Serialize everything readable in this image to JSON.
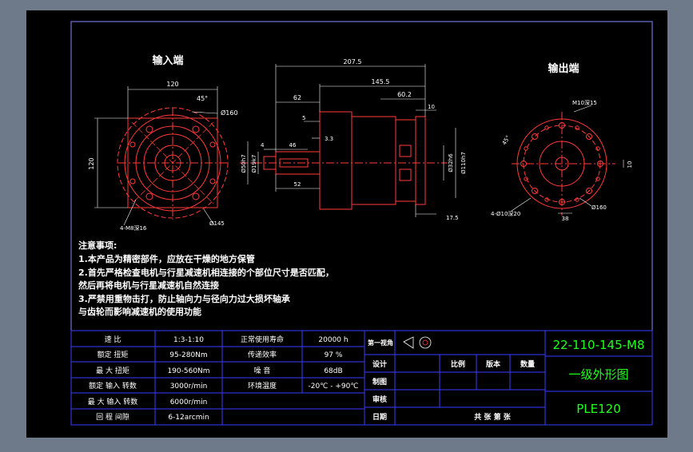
{
  "colors": {
    "background_outer": "#6e7a8a",
    "sheet": "#000000",
    "frame": "#ffffff",
    "title_frame": "#2b2bff",
    "dimension": "#ffffff",
    "geometry": "#ff3b3b",
    "text": "#ffffff",
    "title_text": "#20ff20",
    "center_line": "#ff3b3b"
  },
  "views": {
    "input_label": "输入端",
    "output_label": "输出端"
  },
  "dimensions": {
    "overall_length": "207.5",
    "body_length": "145.5",
    "length_62": "62",
    "length_60_2": "60.2",
    "length_10": "10",
    "length_5": "5",
    "length_3_3": "3.3",
    "length_4": "4",
    "length_46": "46",
    "length_52": "52",
    "length_17_5": "17.5",
    "dia_19k7": "Ø19k7",
    "dia_50h7": "Ø50h7",
    "dia_32h6": "Ø32h6",
    "dia_110h7": "Ø110h7",
    "input_width": "120",
    "input_height": "120",
    "input_angle": "45°",
    "input_dia_160": "Ø160",
    "input_dia_145": "Ø145",
    "input_holes": "4-M8深16",
    "output_holes_top": "M10深15",
    "output_angle": "45°",
    "output_holes_bottom": "4-Ø10深20",
    "output_width_38": "38",
    "output_dia_160": "Ø160",
    "output_side_10": "10"
  },
  "notes": {
    "heading": "注意事项:",
    "line1": "1.本产品为精密部件，应放在干燥的地方保管",
    "line2": "2.首先严格检查电机与行星减速机相连接的个部位尺寸是否匹配，",
    "line3": "然后再将电机与行星减速机自然连接",
    "line4": "3.严禁用重物击打，防止轴向力与径向力过大损坏轴承",
    "line5": "与齿轮而影响减速机的使用功能"
  },
  "specs": {
    "rows": [
      {
        "label1": "速 比",
        "value1": "1:3-1:10",
        "label2": "正常使用寿命",
        "value2": "20000 h"
      },
      {
        "label1": "额定 扭矩",
        "value1": "95-280Nm",
        "label2": "传递效率",
        "value2": "97 %"
      },
      {
        "label1": "最 大 扭矩",
        "value1": "190-560Nm",
        "label2": "噪 音",
        "value2": "68dB"
      },
      {
        "label1": "额定 输入 转数",
        "value1": "3000r/min",
        "label2": "环境温度",
        "value2": "-20℃ - +90℃"
      },
      {
        "label1": "最 大 输入 转数",
        "value1": "6000r/min",
        "label2": "",
        "value2": ""
      },
      {
        "label1": "回 程 间隙",
        "value1": "6-12arcmin",
        "label2": "",
        "value2": ""
      }
    ]
  },
  "title_block": {
    "projection_label": "第一视角",
    "design_label": "设计",
    "drawing_label": "制图",
    "review_label": "审核",
    "date_label": "日期",
    "scale_label": "比例",
    "version_label": "版本",
    "quantity_label": "数量",
    "sheets_label": "共 张 第 张",
    "part_number": "22-110-145-M8",
    "drawing_title": "一级外形图",
    "model": "PLE120"
  }
}
